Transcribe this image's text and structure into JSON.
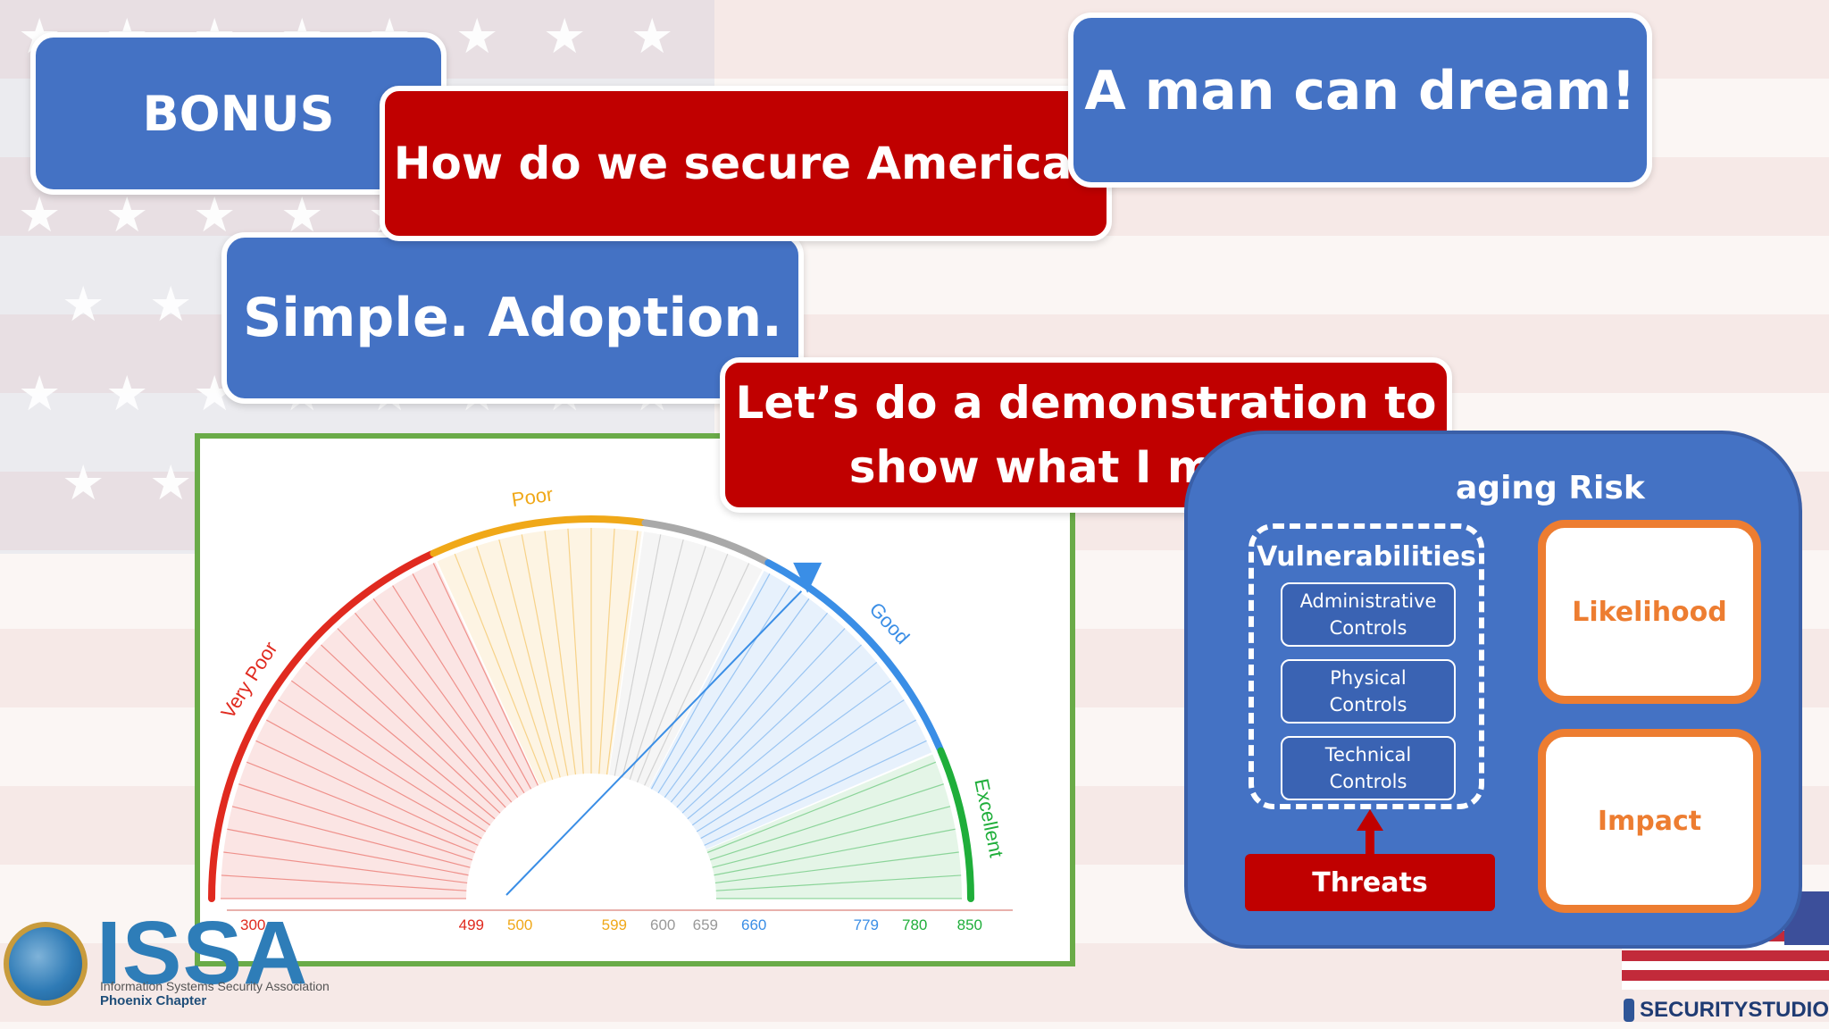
{
  "slide": {
    "bonus": "BONUS",
    "secure_question": "How do we secure America?",
    "dream": "A man can dream!",
    "simple": "Simple. Adoption.",
    "demo_line1": "Let’s do a demonstration to",
    "demo_line2": "show what I mean."
  },
  "gauge": {
    "bands": [
      {
        "label": "Very Poor",
        "from": 300,
        "to": 499,
        "color": "#e02a1f"
      },
      {
        "label": "Poor",
        "from": 500,
        "to": 599,
        "color": "#f0a818"
      },
      {
        "label": "",
        "from": 600,
        "to": 659,
        "color": "#a9a9a9"
      },
      {
        "label": "Good",
        "from": 660,
        "to": 779,
        "color": "#3a8ee6"
      },
      {
        "label": "Excellent",
        "from": 780,
        "to": 850,
        "color": "#1fae3a"
      }
    ],
    "scale": [
      {
        "label": "300",
        "color": "#e02a1f"
      },
      {
        "label": "499",
        "color": "#e02a1f"
      },
      {
        "label": "500",
        "color": "#f0a818"
      },
      {
        "label": "599",
        "color": "#f0a818"
      },
      {
        "label": "600",
        "color": "#999999"
      },
      {
        "label": "659",
        "color": "#999999"
      },
      {
        "label": "660",
        "color": "#3a8ee6"
      },
      {
        "label": "779",
        "color": "#3a8ee6"
      },
      {
        "label": "780",
        "color": "#1fae3a"
      },
      {
        "label": "850",
        "color": "#1fae3a"
      }
    ],
    "min": 300,
    "max": 850,
    "pointer_value": 680
  },
  "risk": {
    "title": "aging Risk",
    "vulnerabilities_title": "Vulnerabilities",
    "controls": [
      {
        "line1": "Administrative",
        "line2": "Controls"
      },
      {
        "line1": "Physical",
        "line2": "Controls"
      },
      {
        "line1": "Technical",
        "line2": "Controls"
      }
    ],
    "threats": "Threats",
    "likelihood": "Likelihood",
    "impact": "Impact"
  },
  "logos": {
    "issa": "ISSA",
    "issa_subtitle": "Information Systems Security Association",
    "issa_chapter": "Phoenix Chapter",
    "securitystudio": "SECURITYSTUDIO"
  },
  "colors": {
    "blue_box": "#4472c4",
    "red_box": "#c00000",
    "orange": "#ed7d31",
    "gauge_frame": "#6aab48"
  }
}
